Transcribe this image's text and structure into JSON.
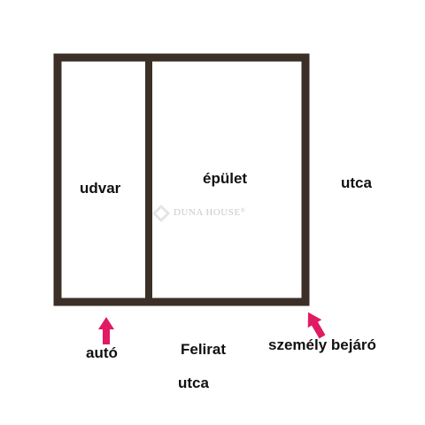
{
  "labels": {
    "courtyard": "udvar",
    "building": "épület",
    "street_right": "utca",
    "car": "autó",
    "sign": "Felirat",
    "street_bottom": "utca",
    "pedestrian_entrance": "személy bejáró"
  },
  "watermark": {
    "text": "DUNA HOUSE",
    "mark": "®"
  },
  "colors": {
    "wall": "#3b2f28",
    "arrow": "#e01b63",
    "text": "#111111",
    "watermark": "#c9c9c9"
  }
}
